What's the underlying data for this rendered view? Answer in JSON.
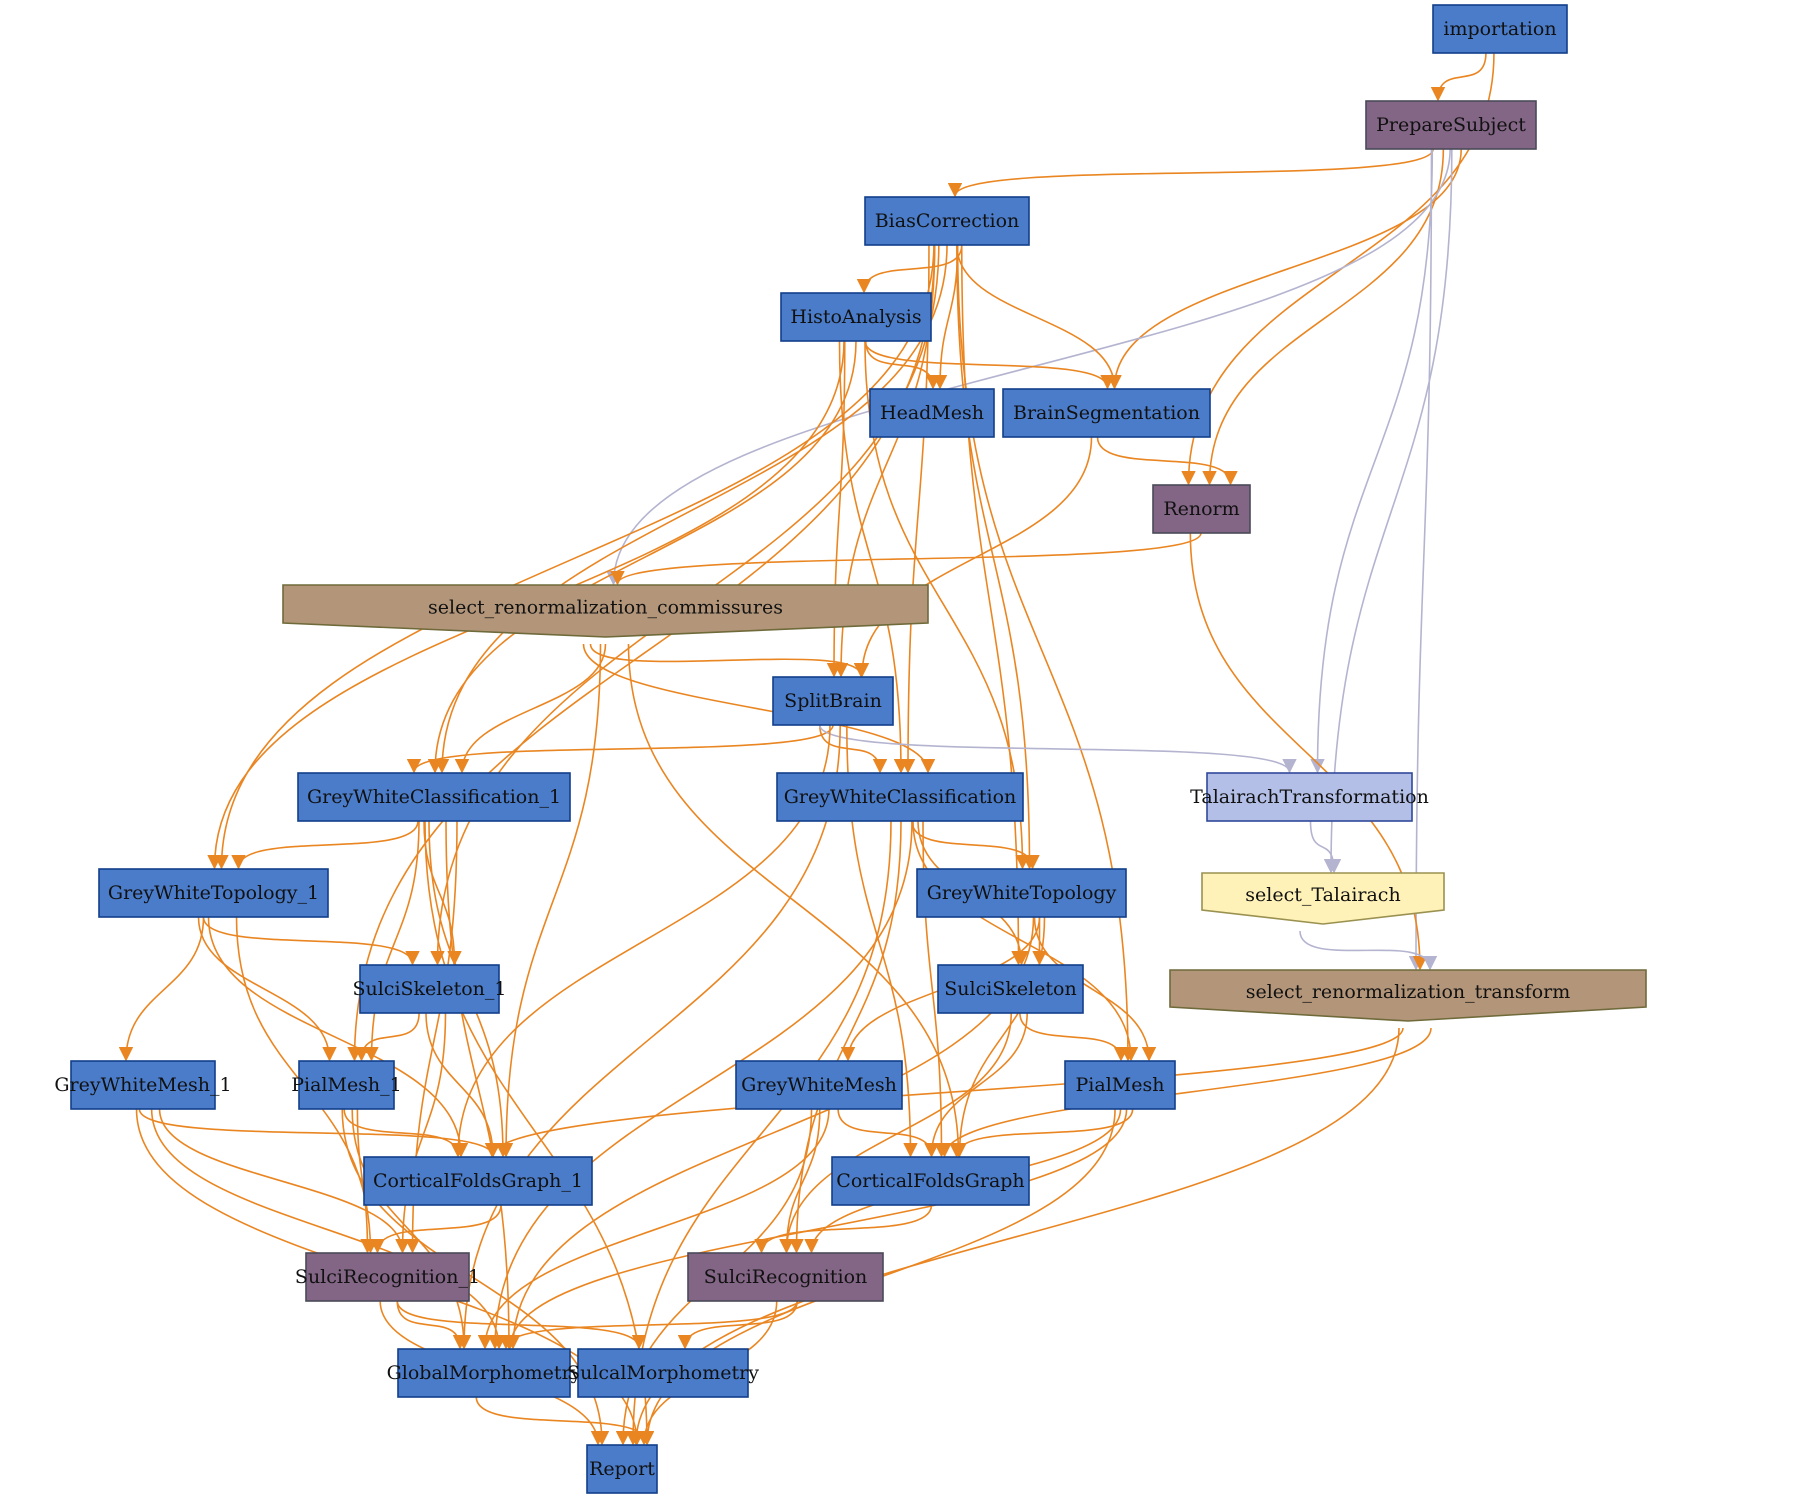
{
  "colors": {
    "process": "#4a7cc9",
    "process_border": "#123f8a",
    "iteration": "#836585",
    "iteration_border": "#4a4a5a",
    "selection_brown": "#b3967a",
    "selection_brown_border": "#6f6a3a",
    "selection_yellow": "#fff2b8",
    "selection_yellow_border": "#9a9150",
    "light_process": "#b3bfe6",
    "light_process_border": "#30489a",
    "edge_data": "#ea8622",
    "edge_link": "#b4b4d0"
  },
  "nodes": [
    {
      "id": "importation",
      "label": "importation",
      "kind": "process"
    },
    {
      "id": "PrepareSubject",
      "label": "PrepareSubject",
      "kind": "iteration"
    },
    {
      "id": "BiasCorrection",
      "label": "BiasCorrection",
      "kind": "process"
    },
    {
      "id": "HistoAnalysis",
      "label": "HistoAnalysis",
      "kind": "process"
    },
    {
      "id": "HeadMesh",
      "label": "HeadMesh",
      "kind": "process"
    },
    {
      "id": "BrainSegmentation",
      "label": "BrainSegmentation",
      "kind": "process"
    },
    {
      "id": "Renorm",
      "label": "Renorm",
      "kind": "iteration"
    },
    {
      "id": "select_renormalization_commissures",
      "label": "select_renormalization_commissures",
      "kind": "selection_brown"
    },
    {
      "id": "SplitBrain",
      "label": "SplitBrain",
      "kind": "process"
    },
    {
      "id": "GreyWhiteClassification_1",
      "label": "GreyWhiteClassification_1",
      "kind": "process"
    },
    {
      "id": "GreyWhiteClassification",
      "label": "GreyWhiteClassification",
      "kind": "process"
    },
    {
      "id": "TalairachTransformation",
      "label": "TalairachTransformation",
      "kind": "light_process"
    },
    {
      "id": "select_Talairach",
      "label": "select_Talairach",
      "kind": "selection_yellow"
    },
    {
      "id": "GreyWhiteTopology_1",
      "label": "GreyWhiteTopology_1",
      "kind": "process"
    },
    {
      "id": "GreyWhiteTopology",
      "label": "GreyWhiteTopology",
      "kind": "process"
    },
    {
      "id": "SulciSkeleton_1",
      "label": "SulciSkeleton_1",
      "kind": "process"
    },
    {
      "id": "SulciSkeleton",
      "label": "SulciSkeleton",
      "kind": "process"
    },
    {
      "id": "select_renormalization_transform",
      "label": "select_renormalization_transform",
      "kind": "selection_brown"
    },
    {
      "id": "GreyWhiteMesh_1",
      "label": "GreyWhiteMesh_1",
      "kind": "process"
    },
    {
      "id": "PialMesh_1",
      "label": "PialMesh_1",
      "kind": "process"
    },
    {
      "id": "GreyWhiteMesh",
      "label": "GreyWhiteMesh",
      "kind": "process"
    },
    {
      "id": "PialMesh",
      "label": "PialMesh",
      "kind": "process"
    },
    {
      "id": "CorticalFoldsGraph_1",
      "label": "CorticalFoldsGraph_1",
      "kind": "process"
    },
    {
      "id": "CorticalFoldsGraph",
      "label": "CorticalFoldsGraph",
      "kind": "process"
    },
    {
      "id": "SulciRecognition_1",
      "label": "SulciRecognition_1",
      "kind": "iteration"
    },
    {
      "id": "SulciRecognition",
      "label": "SulciRecognition",
      "kind": "iteration"
    },
    {
      "id": "GlobalMorphometry",
      "label": "GlobalMorphometry",
      "kind": "process"
    },
    {
      "id": "SulcalMorphometry",
      "label": "SulcalMorphometry",
      "kind": "process"
    },
    {
      "id": "Report",
      "label": "Report",
      "kind": "process"
    }
  ],
  "edges": [
    {
      "from": "importation",
      "to": "PrepareSubject",
      "type": "data"
    },
    {
      "from": "importation",
      "to": "Renorm",
      "type": "data"
    },
    {
      "from": "PrepareSubject",
      "to": "BiasCorrection",
      "type": "data"
    },
    {
      "from": "PrepareSubject",
      "to": "BrainSegmentation",
      "type": "data"
    },
    {
      "from": "PrepareSubject",
      "to": "Renorm",
      "type": "data"
    },
    {
      "from": "PrepareSubject",
      "to": "select_renormalization_commissures",
      "type": "link"
    },
    {
      "from": "PrepareSubject",
      "to": "TalairachTransformation",
      "type": "link"
    },
    {
      "from": "PrepareSubject",
      "to": "select_Talairach",
      "type": "link"
    },
    {
      "from": "PrepareSubject",
      "to": "select_renormalization_transform",
      "type": "link"
    },
    {
      "from": "BiasCorrection",
      "to": "HistoAnalysis",
      "type": "data"
    },
    {
      "from": "BiasCorrection",
      "to": "HeadMesh",
      "type": "data"
    },
    {
      "from": "BiasCorrection",
      "to": "BrainSegmentation",
      "type": "data"
    },
    {
      "from": "BiasCorrection",
      "to": "SplitBrain",
      "type": "data"
    },
    {
      "from": "BiasCorrection",
      "to": "GreyWhiteClassification_1",
      "type": "data"
    },
    {
      "from": "BiasCorrection",
      "to": "GreyWhiteClassification",
      "type": "data"
    },
    {
      "from": "BiasCorrection",
      "to": "GreyWhiteTopology_1",
      "type": "data"
    },
    {
      "from": "BiasCorrection",
      "to": "GreyWhiteTopology",
      "type": "data"
    },
    {
      "from": "BiasCorrection",
      "to": "SulciSkeleton_1",
      "type": "data"
    },
    {
      "from": "BiasCorrection",
      "to": "SulciSkeleton",
      "type": "data"
    },
    {
      "from": "BiasCorrection",
      "to": "PialMesh_1",
      "type": "data"
    },
    {
      "from": "BiasCorrection",
      "to": "PialMesh",
      "type": "data"
    },
    {
      "from": "HistoAnalysis",
      "to": "HeadMesh",
      "type": "data"
    },
    {
      "from": "HistoAnalysis",
      "to": "BrainSegmentation",
      "type": "data"
    },
    {
      "from": "HistoAnalysis",
      "to": "SplitBrain",
      "type": "data"
    },
    {
      "from": "HistoAnalysis",
      "to": "GreyWhiteClassification_1",
      "type": "data"
    },
    {
      "from": "HistoAnalysis",
      "to": "GreyWhiteClassification",
      "type": "data"
    },
    {
      "from": "HistoAnalysis",
      "to": "GreyWhiteTopology_1",
      "type": "data"
    },
    {
      "from": "HistoAnalysis",
      "to": "GreyWhiteTopology",
      "type": "data"
    },
    {
      "from": "BrainSegmentation",
      "to": "Renorm",
      "type": "data"
    },
    {
      "from": "BrainSegmentation",
      "to": "SplitBrain",
      "type": "data"
    },
    {
      "from": "Renorm",
      "to": "select_renormalization_commissures",
      "type": "data"
    },
    {
      "from": "Renorm",
      "to": "select_renormalization_transform",
      "type": "data"
    },
    {
      "from": "select_renormalization_commissures",
      "to": "SplitBrain",
      "type": "data"
    },
    {
      "from": "select_renormalization_commissures",
      "to": "GreyWhiteClassification_1",
      "type": "data"
    },
    {
      "from": "select_renormalization_commissures",
      "to": "GreyWhiteClassification",
      "type": "data"
    },
    {
      "from": "select_renormalization_commissures",
      "to": "CorticalFoldsGraph_1",
      "type": "data"
    },
    {
      "from": "select_renormalization_commissures",
      "to": "CorticalFoldsGraph",
      "type": "data"
    },
    {
      "from": "SplitBrain",
      "to": "GreyWhiteClassification_1",
      "type": "data"
    },
    {
      "from": "SplitBrain",
      "to": "GreyWhiteClassification",
      "type": "data"
    },
    {
      "from": "SplitBrain",
      "to": "TalairachTransformation",
      "type": "link"
    },
    {
      "from": "SplitBrain",
      "to": "CorticalFoldsGraph_1",
      "type": "data"
    },
    {
      "from": "SplitBrain",
      "to": "CorticalFoldsGraph",
      "type": "data"
    },
    {
      "from": "SplitBrain",
      "to": "GlobalMorphometry",
      "type": "data"
    },
    {
      "from": "TalairachTransformation",
      "to": "select_Talairach",
      "type": "link"
    },
    {
      "from": "select_Talairach",
      "to": "select_renormalization_transform",
      "type": "link"
    },
    {
      "from": "GreyWhiteClassification_1",
      "to": "GreyWhiteTopology_1",
      "type": "data"
    },
    {
      "from": "GreyWhiteClassification_1",
      "to": "SulciSkeleton_1",
      "type": "data"
    },
    {
      "from": "GreyWhiteClassification_1",
      "to": "PialMesh_1",
      "type": "data"
    },
    {
      "from": "GreyWhiteClassification_1",
      "to": "CorticalFoldsGraph_1",
      "type": "data"
    },
    {
      "from": "GreyWhiteClassification_1",
      "to": "SulciRecognition_1",
      "type": "data"
    },
    {
      "from": "GreyWhiteClassification_1",
      "to": "GlobalMorphometry",
      "type": "data"
    },
    {
      "from": "GreyWhiteClassification_1",
      "to": "Report",
      "type": "data"
    },
    {
      "from": "GreyWhiteClassification",
      "to": "GreyWhiteTopology",
      "type": "data"
    },
    {
      "from": "GreyWhiteClassification",
      "to": "SulciSkeleton",
      "type": "data"
    },
    {
      "from": "GreyWhiteClassification",
      "to": "PialMesh",
      "type": "data"
    },
    {
      "from": "GreyWhiteClassification",
      "to": "CorticalFoldsGraph",
      "type": "data"
    },
    {
      "from": "GreyWhiteClassification",
      "to": "SulciRecognition",
      "type": "data"
    },
    {
      "from": "GreyWhiteClassification",
      "to": "GlobalMorphometry",
      "type": "data"
    },
    {
      "from": "GreyWhiteClassification",
      "to": "Report",
      "type": "data"
    },
    {
      "from": "GreyWhiteTopology_1",
      "to": "GreyWhiteMesh_1",
      "type": "data"
    },
    {
      "from": "GreyWhiteTopology_1",
      "to": "SulciSkeleton_1",
      "type": "data"
    },
    {
      "from": "GreyWhiteTopology_1",
      "to": "PialMesh_1",
      "type": "data"
    },
    {
      "from": "GreyWhiteTopology_1",
      "to": "CorticalFoldsGraph_1",
      "type": "data"
    },
    {
      "from": "GreyWhiteTopology_1",
      "to": "SulciRecognition_1",
      "type": "data"
    },
    {
      "from": "GreyWhiteTopology",
      "to": "GreyWhiteMesh",
      "type": "data"
    },
    {
      "from": "GreyWhiteTopology",
      "to": "SulciSkeleton",
      "type": "data"
    },
    {
      "from": "GreyWhiteTopology",
      "to": "PialMesh",
      "type": "data"
    },
    {
      "from": "GreyWhiteTopology",
      "to": "CorticalFoldsGraph",
      "type": "data"
    },
    {
      "from": "GreyWhiteTopology",
      "to": "GlobalMorphometry",
      "type": "data"
    },
    {
      "from": "SulciSkeleton_1",
      "to": "PialMesh_1",
      "type": "data"
    },
    {
      "from": "SulciSkeleton_1",
      "to": "CorticalFoldsGraph_1",
      "type": "data"
    },
    {
      "from": "SulciSkeleton_1",
      "to": "SulciRecognition_1",
      "type": "data"
    },
    {
      "from": "SulciSkeleton",
      "to": "PialMesh",
      "type": "data"
    },
    {
      "from": "SulciSkeleton",
      "to": "CorticalFoldsGraph",
      "type": "data"
    },
    {
      "from": "SulciSkeleton",
      "to": "SulciRecognition",
      "type": "data"
    },
    {
      "from": "select_renormalization_transform",
      "to": "CorticalFoldsGraph_1",
      "type": "data"
    },
    {
      "from": "select_renormalization_transform",
      "to": "CorticalFoldsGraph",
      "type": "data"
    },
    {
      "from": "select_renormalization_transform",
      "to": "Report",
      "type": "data"
    },
    {
      "from": "GreyWhiteMesh_1",
      "to": "CorticalFoldsGraph_1",
      "type": "data"
    },
    {
      "from": "GreyWhiteMesh_1",
      "to": "SulciRecognition_1",
      "type": "data"
    },
    {
      "from": "GreyWhiteMesh_1",
      "to": "GlobalMorphometry",
      "type": "data"
    },
    {
      "from": "GreyWhiteMesh_1",
      "to": "Report",
      "type": "data"
    },
    {
      "from": "PialMesh_1",
      "to": "CorticalFoldsGraph_1",
      "type": "data"
    },
    {
      "from": "PialMesh_1",
      "to": "SulciRecognition_1",
      "type": "data"
    },
    {
      "from": "PialMesh_1",
      "to": "GlobalMorphometry",
      "type": "data"
    },
    {
      "from": "PialMesh_1",
      "to": "Report",
      "type": "data"
    },
    {
      "from": "GreyWhiteMesh",
      "to": "CorticalFoldsGraph",
      "type": "data"
    },
    {
      "from": "GreyWhiteMesh",
      "to": "SulciRecognition",
      "type": "data"
    },
    {
      "from": "GreyWhiteMesh",
      "to": "GlobalMorphometry",
      "type": "data"
    },
    {
      "from": "GreyWhiteMesh",
      "to": "Report",
      "type": "data"
    },
    {
      "from": "PialMesh",
      "to": "CorticalFoldsGraph",
      "type": "data"
    },
    {
      "from": "PialMesh",
      "to": "SulciRecognition",
      "type": "data"
    },
    {
      "from": "PialMesh",
      "to": "GlobalMorphometry",
      "type": "data"
    },
    {
      "from": "PialMesh",
      "to": "Report",
      "type": "data"
    },
    {
      "from": "CorticalFoldsGraph_1",
      "to": "SulciRecognition_1",
      "type": "data"
    },
    {
      "from": "CorticalFoldsGraph",
      "to": "SulciRecognition",
      "type": "data"
    },
    {
      "from": "SulciRecognition_1",
      "to": "GlobalMorphometry",
      "type": "data"
    },
    {
      "from": "SulciRecognition_1",
      "to": "SulcalMorphometry",
      "type": "data"
    },
    {
      "from": "SulciRecognition_1",
      "to": "Report",
      "type": "data"
    },
    {
      "from": "SulciRecognition",
      "to": "GlobalMorphometry",
      "type": "data"
    },
    {
      "from": "SulciRecognition",
      "to": "SulcalMorphometry",
      "type": "data"
    },
    {
      "from": "SulciRecognition",
      "to": "Report",
      "type": "data"
    },
    {
      "from": "GlobalMorphometry",
      "to": "Report",
      "type": "data"
    }
  ]
}
